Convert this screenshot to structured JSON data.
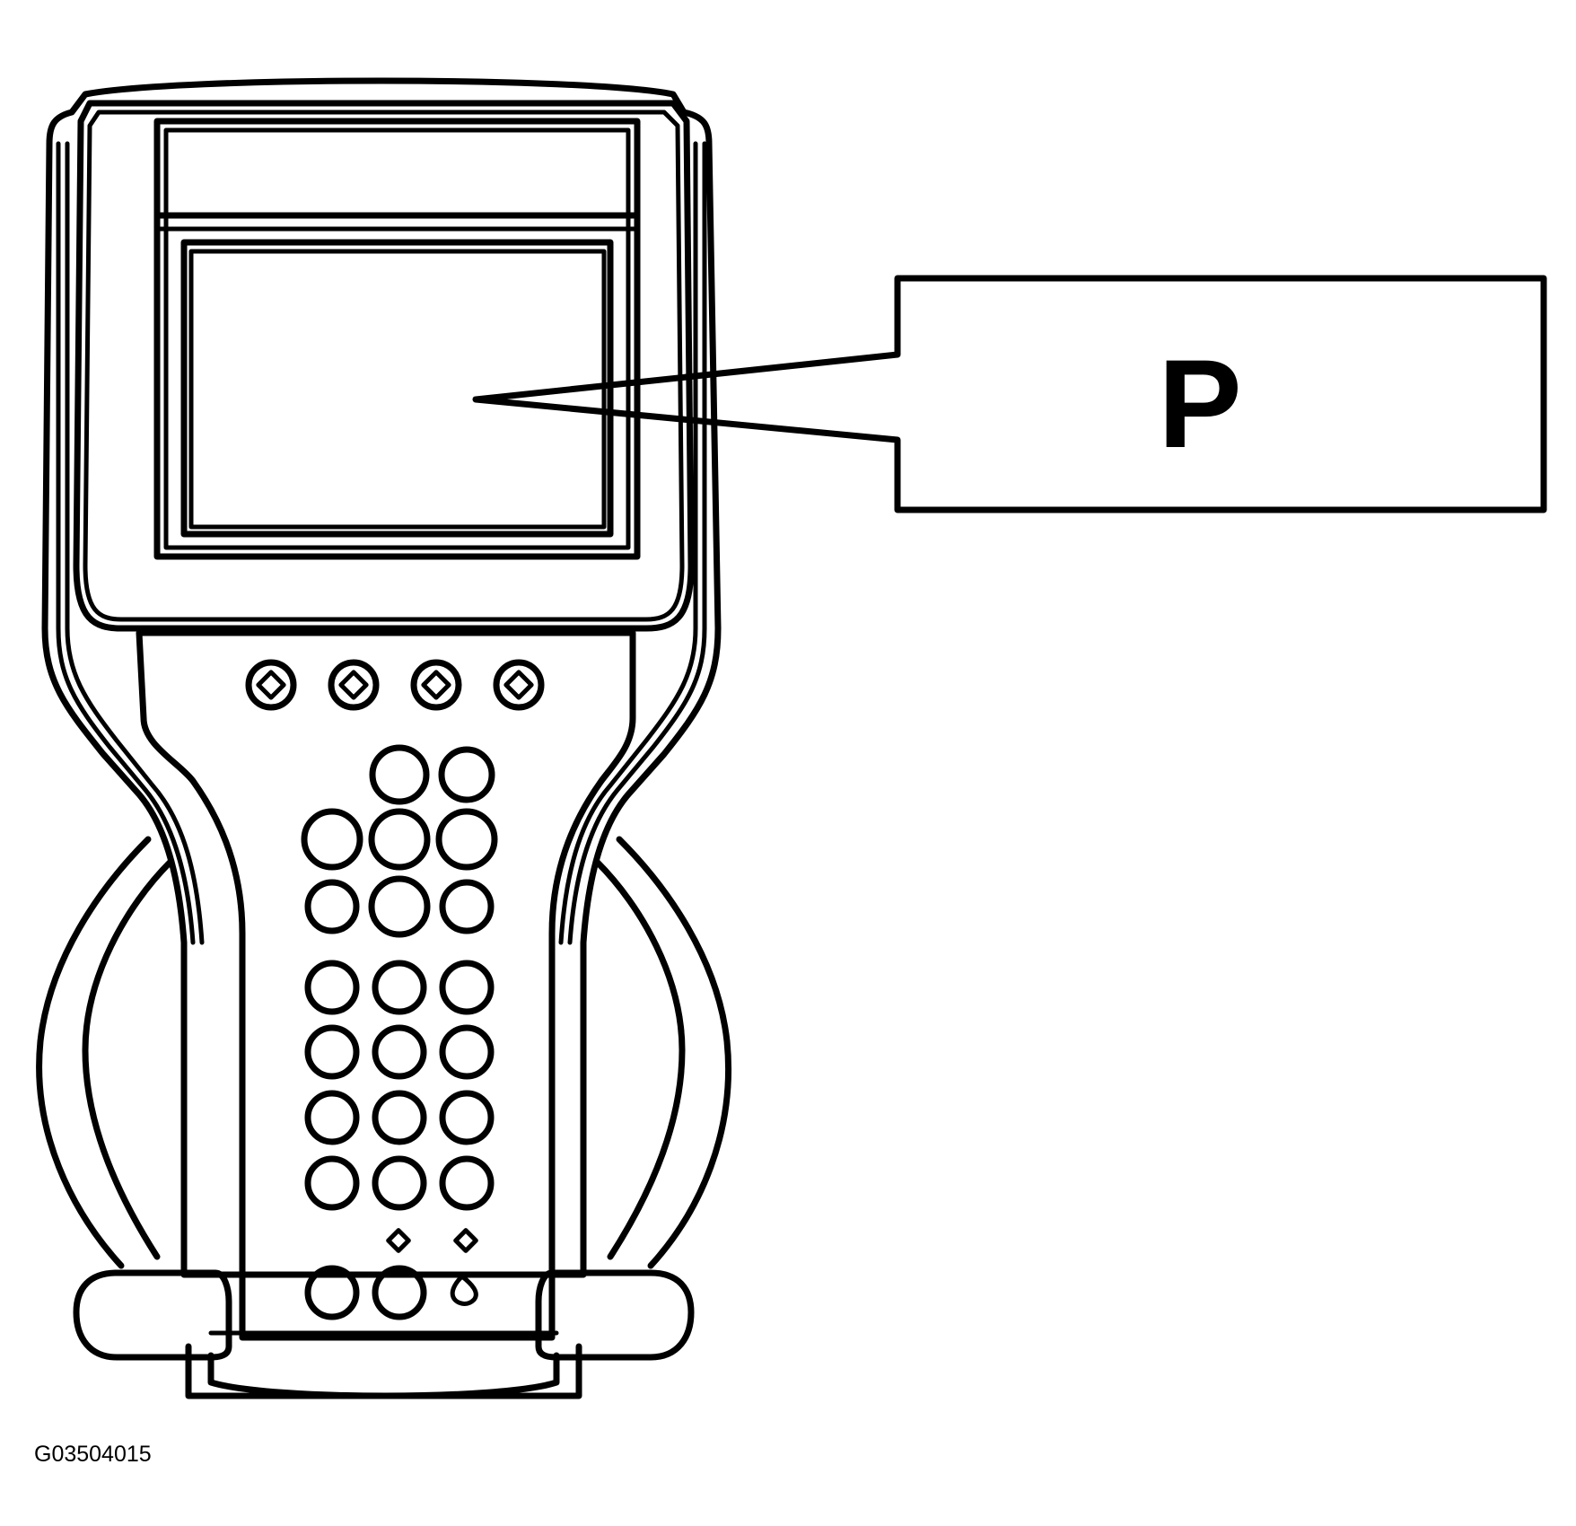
{
  "callout": {
    "label": "P"
  },
  "figure_id": "G03504015",
  "keypad": {
    "function_keys": 4,
    "columns": 3
  }
}
